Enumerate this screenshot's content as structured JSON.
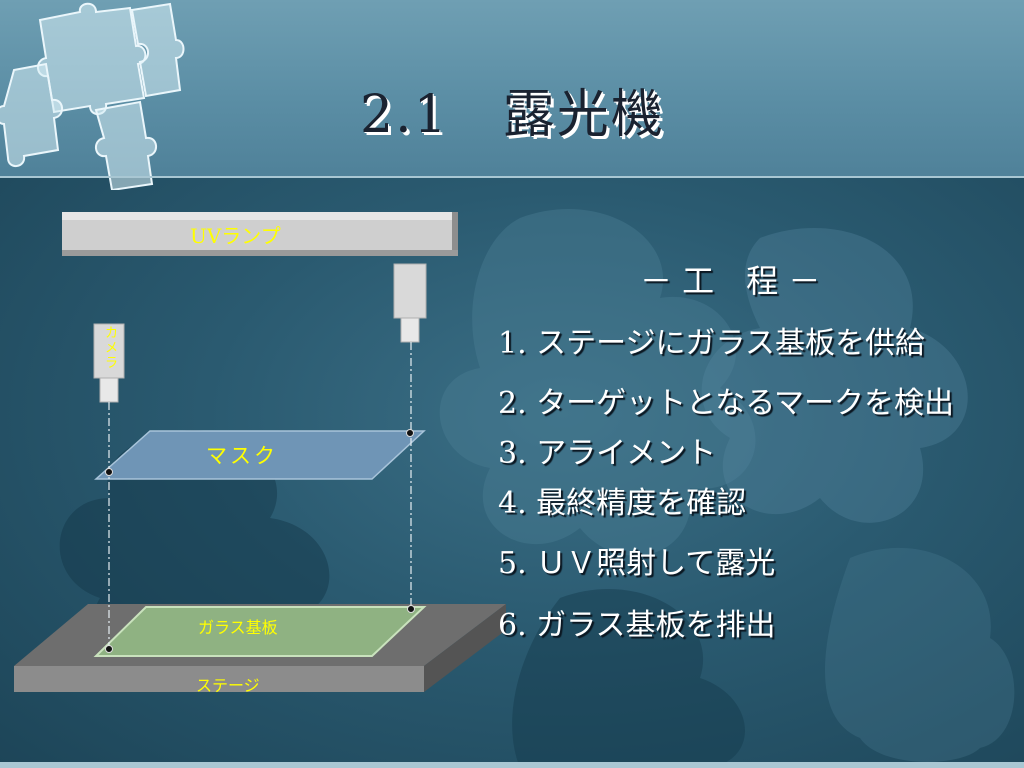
{
  "title": "2.1　露光機",
  "diagram": {
    "uv_lamp": "UVランプ",
    "camera": "カメラ",
    "mask": "マスク",
    "glass_substrate": "ガラス基板",
    "stage": "ステージ"
  },
  "process": {
    "heading": "－ 工　程 －",
    "steps": [
      "1. ステージにガラス基板を供給",
      "2. ターゲットとなるマークを検出",
      "3. アライメント",
      "4. 最終精度を確認",
      "5. ＵＶ照射して露光",
      "6. ガラス基板を排出"
    ]
  },
  "colors": {
    "label_yellow": "#ffff00",
    "mask_fill": "#5f86a8",
    "glass_fill": "#8fb080",
    "stage_fill": "#6a6a6a",
    "lamp_fill": "#c8c8c8"
  }
}
